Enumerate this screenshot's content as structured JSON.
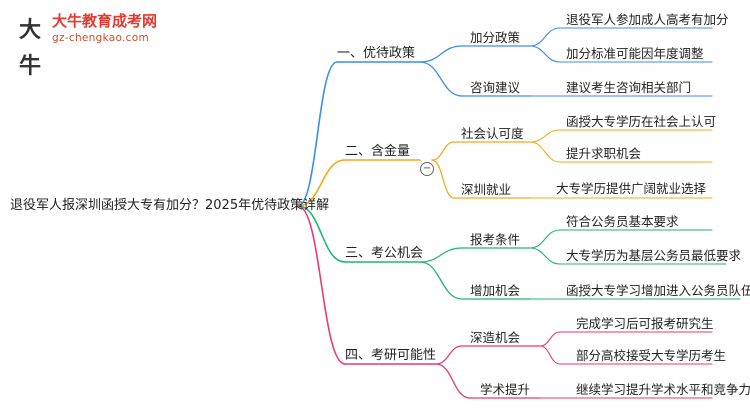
{
  "logo": {
    "mark": "大牛",
    "title": "大牛教育成考网",
    "url": "gz-chengkao.com"
  },
  "root": "退役军人报深圳函授大专有加分？2025年优待政策详解",
  "collapse_symbol": "−",
  "branches": [
    {
      "label": "一、优待政策",
      "color": "#3b8ee8",
      "children": [
        {
          "label": "加分政策",
          "leaves": [
            "退役军人参加成人高考有加分",
            "加分标准可能因年度调整"
          ]
        },
        {
          "label": "咨询建议",
          "leaves": [
            "建议考生咨询相关部门"
          ]
        }
      ]
    },
    {
      "label": "二、含金量",
      "color": "#f2a91f",
      "children": [
        {
          "label": "社会认可度",
          "leaves": [
            "函授大专学历在社会上认可",
            "提升求职机会"
          ]
        },
        {
          "label": "深圳就业",
          "leaves": [
            "大专学历提供广阔就业选择"
          ]
        }
      ]
    },
    {
      "label": "三、考公机会",
      "color": "#22b573",
      "children": [
        {
          "label": "报考条件",
          "leaves": [
            "符合公务员基本要求",
            "大专学历为基层公务员最低要求"
          ]
        },
        {
          "label": "增加机会",
          "leaves": [
            "函授大专学习增加进入公务员队伍机会"
          ]
        }
      ]
    },
    {
      "label": "四、考研可能性",
      "color": "#e6397a",
      "children": [
        {
          "label": "深造机会",
          "leaves": [
            "完成学习后可报考研究生",
            "部分高校接受大专学历考生"
          ]
        },
        {
          "label": "学术提升",
          "leaves": [
            "继续学习提升学术水平和竞争力"
          ]
        }
      ]
    }
  ]
}
